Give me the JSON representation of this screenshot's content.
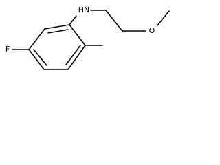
{
  "molecule": {
    "atoms": {
      "fluorine": "F",
      "amine": "HN",
      "ether_oxygen": "O"
    },
    "bond_color": "#000000"
  }
}
